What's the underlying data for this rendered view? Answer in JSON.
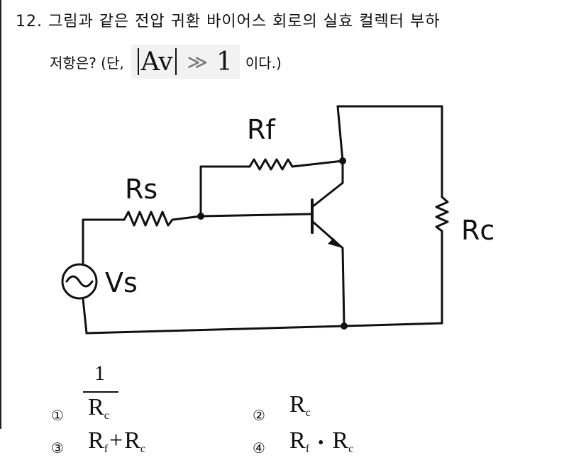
{
  "question": {
    "number_title": "12. 그림과 같은 전압 귀환 바이어스 회로의 실효 컬렉터 부하",
    "line2_prefix": "저항은? (단,",
    "formula": {
      "abs_label": "Av",
      "relation": "≫",
      "value": "1"
    },
    "line2_suffix": "이다.)"
  },
  "circuit": {
    "labels": {
      "rf": "Rf",
      "rs": "Rs",
      "rc": "Rc",
      "vs": "Vs"
    }
  },
  "options": [
    {
      "marker": "①",
      "numerator": "1",
      "denominator_main": "R",
      "denominator_sub": "c"
    },
    {
      "marker": "②",
      "main": "R",
      "sub": "c"
    },
    {
      "marker": "③",
      "a_main": "R",
      "a_sub": "f",
      "op": "+",
      "b_main": "R",
      "b_sub": "c"
    },
    {
      "marker": "④",
      "a_main": "R",
      "a_sub": "f",
      "op": "•",
      "b_main": "R",
      "b_sub": "c"
    }
  ]
}
